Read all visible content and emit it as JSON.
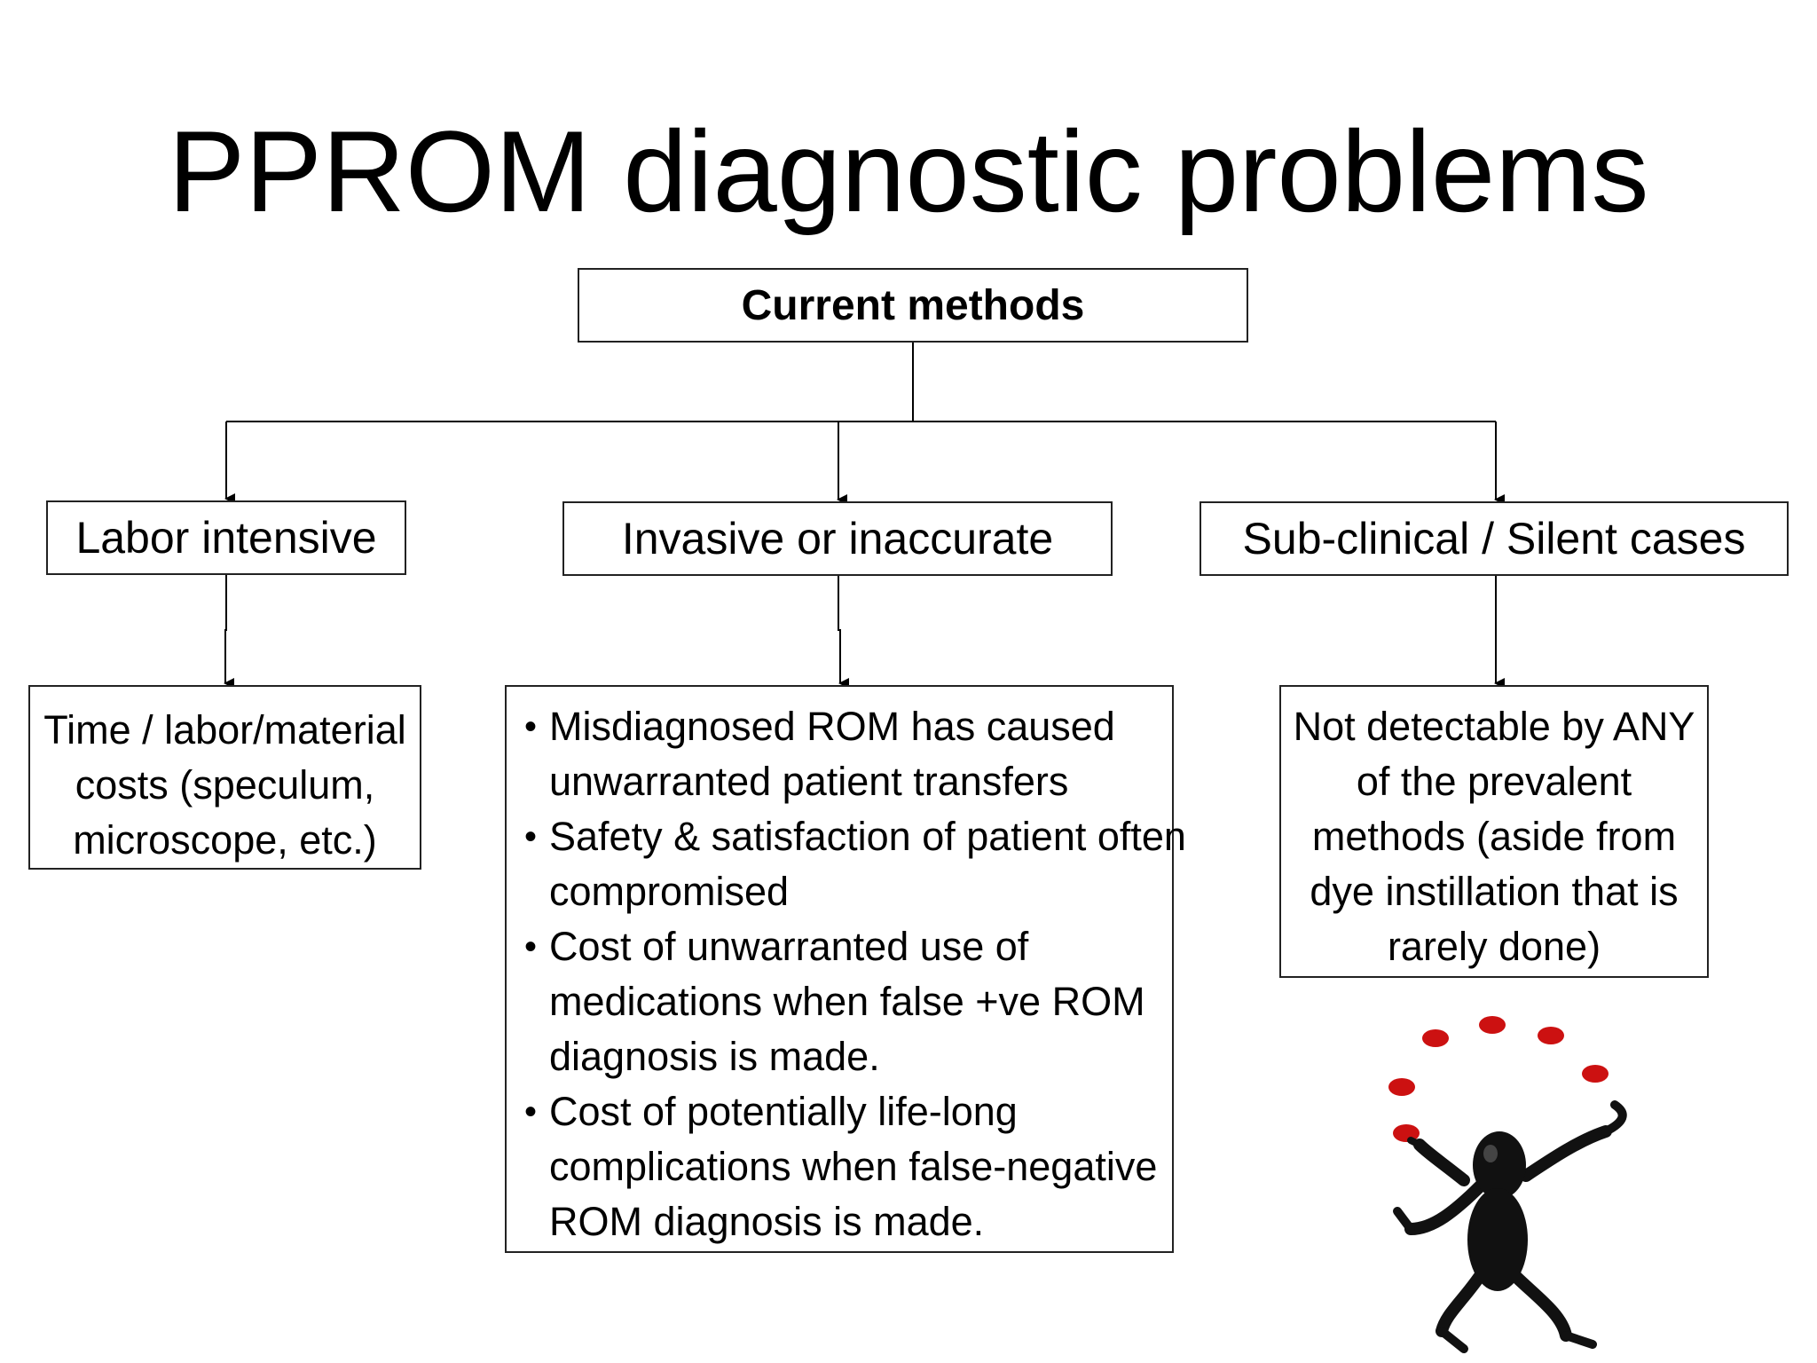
{
  "slide": {
    "title": "PPROM diagnostic problems"
  },
  "diagram": {
    "root": {
      "label": "Current methods"
    },
    "categories": [
      {
        "label": "Labor intensive"
      },
      {
        "label": "Invasive or inaccurate"
      },
      {
        "label": "Sub-clinical / Silent cases"
      }
    ],
    "details": {
      "labor": {
        "lines": [
          "Time / labor/material",
          "costs (speculum,",
          "microscope, etc.)"
        ]
      },
      "invasive": {
        "bullets": [
          {
            "lines": [
              "Misdiagnosed ROM has caused",
              "unwarranted patient transfers"
            ]
          },
          {
            "lines": [
              "Safety & satisfaction of patient often",
              "compromised"
            ]
          },
          {
            "lines": [
              "Cost of unwarranted use of",
              "medications when false +ve ROM",
              "diagnosis is made."
            ]
          },
          {
            "lines": [
              "Cost of potentially life-long",
              "complications  when false-negative",
              "ROM diagnosis is made."
            ]
          }
        ]
      },
      "silent": {
        "lines": [
          "Not detectable by ANY",
          "of the prevalent",
          "methods (aside from",
          "dye instillation that is",
          "rarely done)"
        ]
      }
    },
    "bullet_glyph": "•"
  },
  "decoration": {
    "icon": "juggler-figure-icon",
    "ball_color": "#cc1111"
  }
}
